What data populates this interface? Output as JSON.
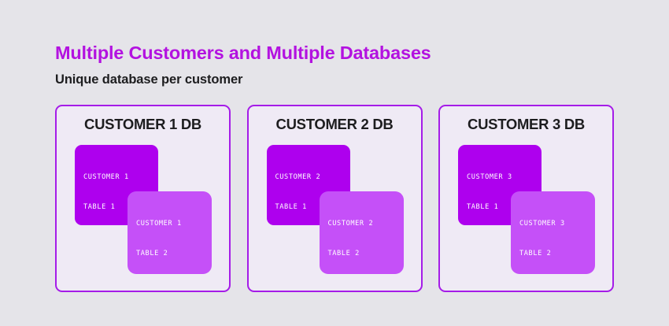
{
  "page": {
    "background_color": "#E5E4E9",
    "title": "Multiple Customers and Multiple Databases",
    "title_color": "#B312E0",
    "subtitle": "Unique database per customer",
    "subtitle_color": "#1D1D1F"
  },
  "theme": {
    "card_border_color": "#A51CE8",
    "card_fill_color": "#EFEAF5",
    "table_primary_color": "#AE00EE",
    "table_secondary_color": "#C550F8",
    "table_label_color": "#FFFFFF"
  },
  "cards": [
    {
      "id": "customer-1-db",
      "title": "CUSTOMER 1 DB",
      "tables": [
        {
          "id": "customer-1-table-1",
          "variant": "primary",
          "line1": "CUSTOMER 1",
          "line2": "TABLE 1"
        },
        {
          "id": "customer-1-table-2",
          "variant": "secondary",
          "line1": "CUSTOMER 1",
          "line2": "TABLE 2"
        }
      ]
    },
    {
      "id": "customer-2-db",
      "title": "CUSTOMER 2 DB",
      "tables": [
        {
          "id": "customer-2-table-1",
          "variant": "primary",
          "line1": "CUSTOMER 2",
          "line2": "TABLE 1"
        },
        {
          "id": "customer-2-table-2",
          "variant": "secondary",
          "line1": "CUSTOMER 2",
          "line2": "TABLE 2"
        }
      ]
    },
    {
      "id": "customer-3-db",
      "title": "CUSTOMER 3 DB",
      "tables": [
        {
          "id": "customer-3-table-1",
          "variant": "primary",
          "line1": "CUSTOMER 3",
          "line2": "TABLE 1"
        },
        {
          "id": "customer-3-table-2",
          "variant": "secondary",
          "line1": "CUSTOMER 3",
          "line2": "TABLE 2"
        }
      ]
    }
  ]
}
